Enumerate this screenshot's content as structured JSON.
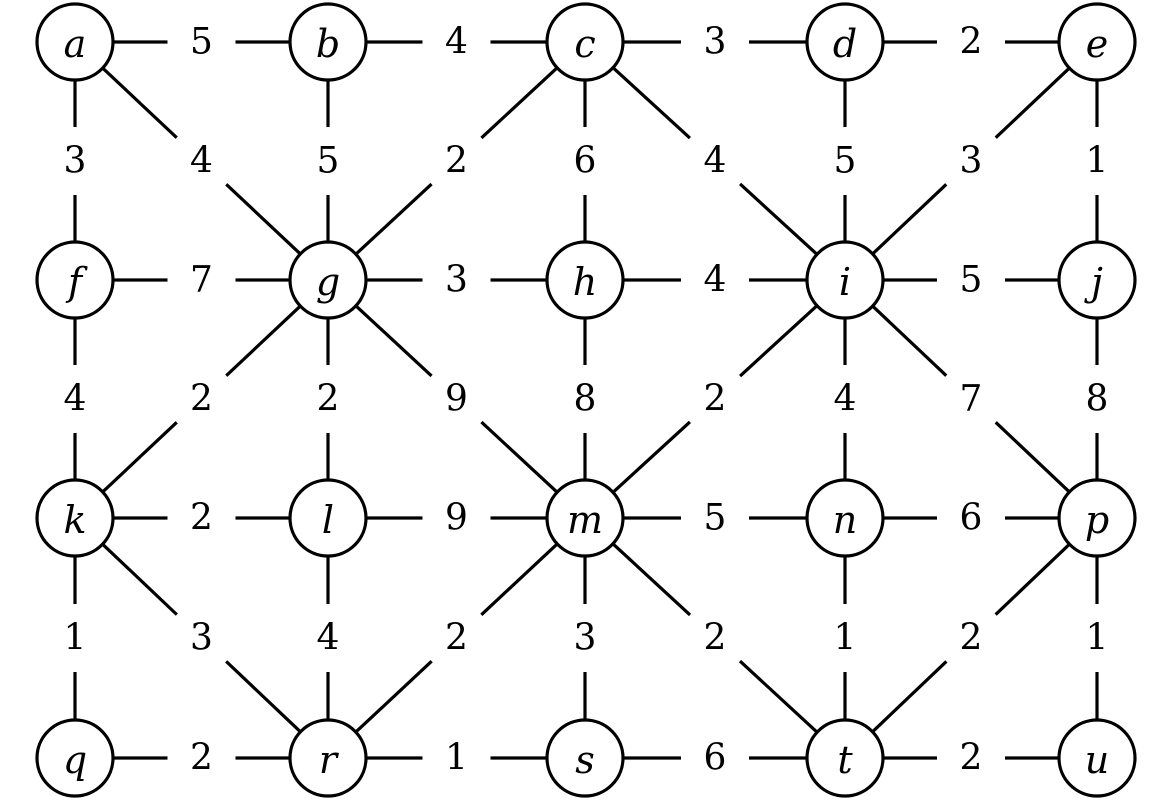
{
  "nodes": [
    "a",
    "b",
    "c",
    "d",
    "e",
    "f",
    "g",
    "h",
    "i",
    "j",
    "k",
    "l",
    "m",
    "n",
    "p",
    "q",
    "r",
    "s",
    "t",
    "u"
  ],
  "edges": [
    {
      "from": "a",
      "to": "b",
      "weight": "5"
    },
    {
      "from": "b",
      "to": "c",
      "weight": "4"
    },
    {
      "from": "c",
      "to": "d",
      "weight": "3"
    },
    {
      "from": "d",
      "to": "e",
      "weight": "2"
    },
    {
      "from": "a",
      "to": "f",
      "weight": "3"
    },
    {
      "from": "a",
      "to": "g",
      "weight": "4"
    },
    {
      "from": "b",
      "to": "g",
      "weight": "5"
    },
    {
      "from": "c",
      "to": "g",
      "weight": "2"
    },
    {
      "from": "c",
      "to": "h",
      "weight": "6"
    },
    {
      "from": "c",
      "to": "i",
      "weight": "4"
    },
    {
      "from": "d",
      "to": "i",
      "weight": "5"
    },
    {
      "from": "e",
      "to": "i",
      "weight": "3"
    },
    {
      "from": "e",
      "to": "j",
      "weight": "1"
    },
    {
      "from": "f",
      "to": "g",
      "weight": "7"
    },
    {
      "from": "g",
      "to": "h",
      "weight": "3"
    },
    {
      "from": "h",
      "to": "i",
      "weight": "4"
    },
    {
      "from": "i",
      "to": "j",
      "weight": "5"
    },
    {
      "from": "f",
      "to": "k",
      "weight": "4"
    },
    {
      "from": "g",
      "to": "k",
      "weight": "2"
    },
    {
      "from": "g",
      "to": "l",
      "weight": "2"
    },
    {
      "from": "g",
      "to": "m",
      "weight": "9"
    },
    {
      "from": "h",
      "to": "m",
      "weight": "8"
    },
    {
      "from": "i",
      "to": "m",
      "weight": "2"
    },
    {
      "from": "i",
      "to": "n",
      "weight": "4"
    },
    {
      "from": "i",
      "to": "p",
      "weight": "7"
    },
    {
      "from": "j",
      "to": "p",
      "weight": "8"
    },
    {
      "from": "k",
      "to": "l",
      "weight": "2"
    },
    {
      "from": "l",
      "to": "m",
      "weight": "9"
    },
    {
      "from": "m",
      "to": "n",
      "weight": "5"
    },
    {
      "from": "n",
      "to": "p",
      "weight": "6"
    },
    {
      "from": "k",
      "to": "q",
      "weight": "1"
    },
    {
      "from": "k",
      "to": "r",
      "weight": "3"
    },
    {
      "from": "l",
      "to": "r",
      "weight": "4"
    },
    {
      "from": "m",
      "to": "r",
      "weight": "2"
    },
    {
      "from": "m",
      "to": "s",
      "weight": "3"
    },
    {
      "from": "m",
      "to": "t",
      "weight": "2"
    },
    {
      "from": "n",
      "to": "t",
      "weight": "1"
    },
    {
      "from": "p",
      "to": "t",
      "weight": "2"
    },
    {
      "from": "p",
      "to": "u",
      "weight": "1"
    },
    {
      "from": "q",
      "to": "r",
      "weight": "2"
    },
    {
      "from": "r",
      "to": "s",
      "weight": "1"
    },
    {
      "from": "s",
      "to": "t",
      "weight": "6"
    },
    {
      "from": "t",
      "to": "u",
      "weight": "2"
    }
  ]
}
